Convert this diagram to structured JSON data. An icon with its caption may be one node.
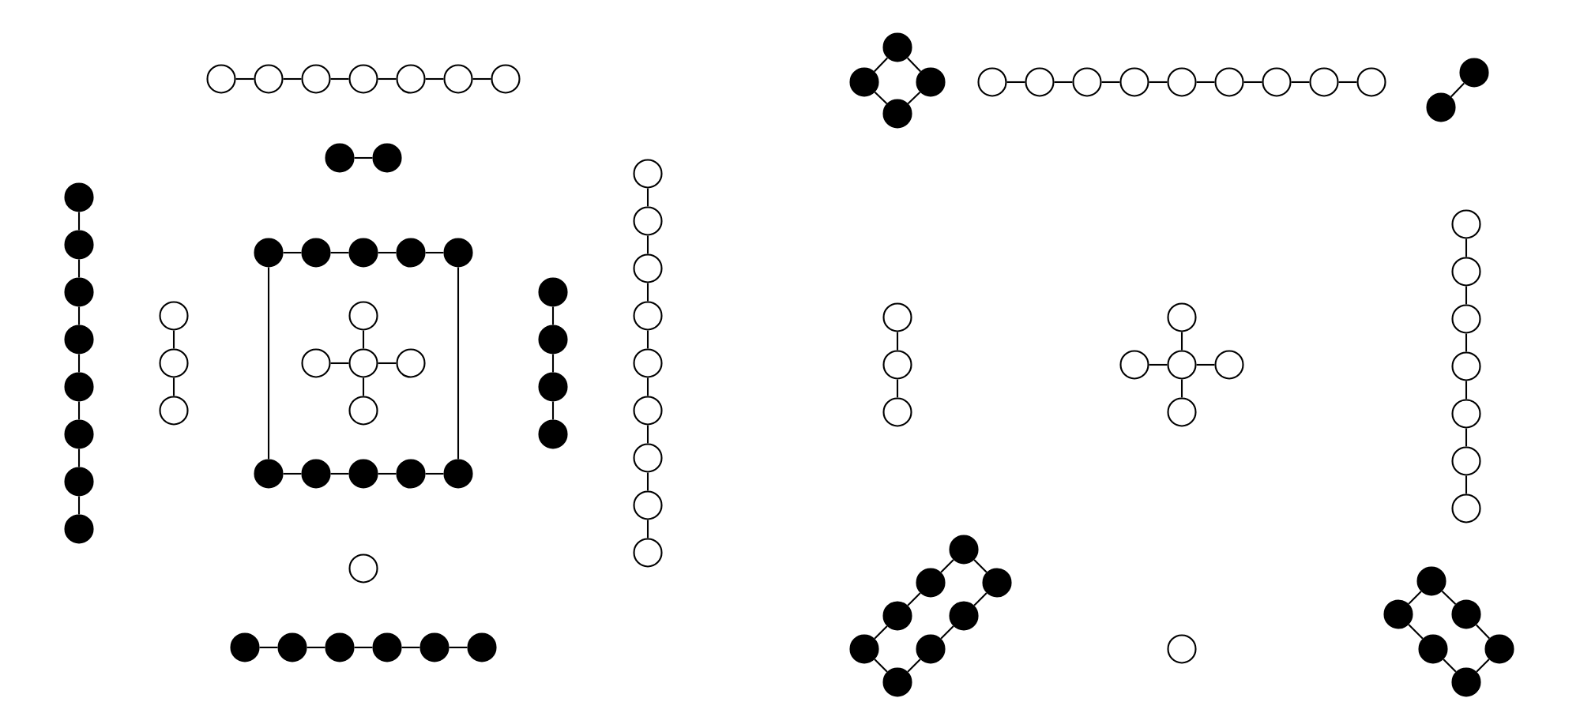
{
  "diagram": {
    "nodes": [
      {
        "text": [],
        "shape": "circle"
      },
      {
        "text": [],
        "shape": "circle"
      },
      {
        "text": [],
        "shape": "circle"
      },
      {
        "text": [],
        "shape": "circle"
      },
      {
        "text": [],
        "shape": "circle"
      },
      {
        "text": [],
        "shape": "circle"
      },
      {
        "text": [],
        "shape": "circle"
      },
      {
        "text": [],
        "shape": "dot"
      },
      {
        "text": [],
        "shape": "dot"
      },
      {
        "text": [],
        "shape": "dot"
      },
      {
        "text": [],
        "shape": "dot"
      },
      {
        "text": [],
        "shape": "dot"
      },
      {
        "text": [],
        "shape": "dot"
      },
      {
        "text": [],
        "shape": "dot"
      },
      {
        "text": [],
        "shape": "dot"
      },
      {
        "text": [],
        "shape": "dot"
      },
      {
        "text": [],
        "shape": "dot"
      },
      {
        "text": [],
        "shape": "circle"
      },
      {
        "text": [],
        "shape": "circle"
      },
      {
        "text": [],
        "shape": "circle"
      },
      {
        "text": [],
        "shape": "dot"
      },
      {
        "text": [],
        "shape": "dot"
      },
      {
        "text": [],
        "shape": "dot"
      },
      {
        "text": [],
        "shape": "dot"
      },
      {
        "text": [],
        "shape": "dot"
      },
      {
        "text": [],
        "shape": "dot"
      },
      {
        "text": [],
        "shape": "dot"
      },
      {
        "text": [],
        "shape": "dot"
      },
      {
        "text": [],
        "shape": "dot"
      },
      {
        "text": [],
        "shape": "dot"
      },
      {
        "text": [],
        "shape": "circle"
      },
      {
        "text": [],
        "shape": "circle"
      },
      {
        "text": [],
        "shape": "circle"
      },
      {
        "text": [],
        "shape": "circle"
      },
      {
        "text": [],
        "shape": "circle"
      },
      {
        "text": [],
        "shape": "dot"
      },
      {
        "text": [],
        "shape": "dot"
      },
      {
        "text": [],
        "shape": "dot"
      },
      {
        "text": [],
        "shape": "dot"
      },
      {
        "text": [],
        "shape": "circle"
      },
      {
        "text": [],
        "shape": "circle"
      },
      {
        "text": [],
        "shape": "circle"
      },
      {
        "text": [],
        "shape": "circle"
      },
      {
        "text": [],
        "shape": "circle"
      },
      {
        "text": [],
        "shape": "circle"
      },
      {
        "text": [],
        "shape": "circle"
      },
      {
        "text": [],
        "shape": "circle"
      },
      {
        "text": [],
        "shape": "circle"
      },
      {
        "text": [],
        "shape": "circle"
      },
      {
        "text": [],
        "shape": "dot"
      },
      {
        "text": [],
        "shape": "dot"
      },
      {
        "text": [],
        "shape": "dot"
      },
      {
        "text": [],
        "shape": "dot"
      },
      {
        "text": [],
        "shape": "dot"
      },
      {
        "text": [],
        "shape": "dot"
      },
      {
        "text": [],
        "shape": "dot"
      },
      {
        "text": [],
        "shape": "dot"
      },
      {
        "text": [],
        "shape": "dot"
      },
      {
        "text": [],
        "shape": "dot"
      },
      {
        "text": [],
        "shape": "circle"
      },
      {
        "text": [],
        "shape": "circle"
      },
      {
        "text": [],
        "shape": "circle"
      },
      {
        "text": [],
        "shape": "circle"
      },
      {
        "text": [],
        "shape": "circle"
      },
      {
        "text": [],
        "shape": "circle"
      },
      {
        "text": [],
        "shape": "circle"
      },
      {
        "text": [],
        "shape": "circle"
      },
      {
        "text": [],
        "shape": "circle"
      },
      {
        "text": [],
        "shape": "dot"
      },
      {
        "text": [],
        "shape": "dot"
      },
      {
        "text": [],
        "shape": "circle"
      },
      {
        "text": [],
        "shape": "circle"
      },
      {
        "text": [],
        "shape": "circle"
      },
      {
        "text": [],
        "shape": "circle"
      },
      {
        "text": [],
        "shape": "circle"
      },
      {
        "text": [],
        "shape": "circle"
      },
      {
        "text": [],
        "shape": "circle"
      },
      {
        "text": [],
        "shape": "circle"
      },
      {
        "text": [],
        "shape": "circle"
      },
      {
        "text": [],
        "shape": "circle"
      },
      {
        "text": [],
        "shape": "circle"
      },
      {
        "text": [],
        "shape": "circle"
      },
      {
        "text": [],
        "shape": "circle"
      },
      {
        "text": [],
        "shape": "circle"
      },
      {
        "text": [],
        "shape": "circle"
      },
      {
        "text": [],
        "shape": "dot"
      },
      {
        "text": [],
        "shape": "dot"
      },
      {
        "text": [],
        "shape": "dot"
      },
      {
        "text": [],
        "shape": "dot"
      },
      {
        "text": [],
        "shape": "dot"
      },
      {
        "text": [],
        "shape": "dot"
      },
      {
        "text": [],
        "shape": "dot"
      },
      {
        "text": [],
        "shape": "dot"
      },
      {
        "text": [],
        "shape": "circle"
      },
      {
        "text": [],
        "shape": "dot"
      },
      {
        "text": [],
        "shape": "dot"
      },
      {
        "text": [],
        "shape": "dot"
      },
      {
        "text": [],
        "shape": "dot"
      },
      {
        "text": [],
        "shape": "dot"
      },
      {
        "text": [],
        "shape": "dot"
      }
    ],
    "edges": [
      {
        "from": 0,
        "to": 1,
        "arrow": "none"
      },
      {
        "from": 1,
        "to": 2,
        "arrow": "none"
      },
      {
        "from": 2,
        "to": 3,
        "arrow": "none"
      },
      {
        "from": 3,
        "to": 4,
        "arrow": "none"
      },
      {
        "from": 4,
        "to": 5,
        "arrow": "none"
      },
      {
        "from": 5,
        "to": 6,
        "arrow": "none"
      },
      {
        "from": 7,
        "to": 8,
        "arrow": "none"
      },
      {
        "from": 9,
        "to": 10,
        "arrow": "none"
      },
      {
        "from": 10,
        "to": 11,
        "arrow": "none"
      },
      {
        "from": 11,
        "to": 12,
        "arrow": "none"
      },
      {
        "from": 12,
        "to": 13,
        "arrow": "none"
      },
      {
        "from": 13,
        "to": 14,
        "arrow": "none"
      },
      {
        "from": 14,
        "to": 15,
        "arrow": "none"
      },
      {
        "from": 15,
        "to": 16,
        "arrow": "none"
      },
      {
        "from": 17,
        "to": 18,
        "arrow": "none"
      },
      {
        "from": 18,
        "to": 19,
        "arrow": "none"
      },
      {
        "from": 20,
        "to": 21,
        "arrow": "none"
      },
      {
        "from": 21,
        "to": 22,
        "arrow": "none"
      },
      {
        "from": 22,
        "to": 23,
        "arrow": "none"
      },
      {
        "from": 23,
        "to": 24,
        "arrow": "none"
      },
      {
        "from": 20,
        "to": 25,
        "arrow": "none"
      },
      {
        "from": 24,
        "to": 29,
        "arrow": "none"
      },
      {
        "from": 25,
        "to": 26,
        "arrow": "none"
      },
      {
        "from": 26,
        "to": 27,
        "arrow": "none"
      },
      {
        "from": 27,
        "to": 28,
        "arrow": "none"
      },
      {
        "from": 28,
        "to": 29,
        "arrow": "none"
      },
      {
        "from": 30,
        "to": 32,
        "arrow": "none"
      },
      {
        "from": 31,
        "to": 32,
        "arrow": "none"
      },
      {
        "from": 32,
        "to": 33,
        "arrow": "none"
      },
      {
        "from": 32,
        "to": 34,
        "arrow": "none"
      },
      {
        "from": 35,
        "to": 36,
        "arrow": "none"
      },
      {
        "from": 36,
        "to": 37,
        "arrow": "none"
      },
      {
        "from": 37,
        "to": 38,
        "arrow": "none"
      },
      {
        "from": 39,
        "to": 40,
        "arrow": "none"
      },
      {
        "from": 40,
        "to": 41,
        "arrow": "none"
      },
      {
        "from": 41,
        "to": 42,
        "arrow": "none"
      },
      {
        "from": 42,
        "to": 43,
        "arrow": "none"
      },
      {
        "from": 43,
        "to": 44,
        "arrow": "none"
      },
      {
        "from": 44,
        "to": 45,
        "arrow": "none"
      },
      {
        "from": 45,
        "to": 46,
        "arrow": "none"
      },
      {
        "from": 46,
        "to": 47,
        "arrow": "none"
      },
      {
        "from": 49,
        "to": 50,
        "arrow": "none"
      },
      {
        "from": 50,
        "to": 51,
        "arrow": "none"
      },
      {
        "from": 51,
        "to": 52,
        "arrow": "none"
      },
      {
        "from": 52,
        "to": 53,
        "arrow": "none"
      },
      {
        "from": 53,
        "to": 54,
        "arrow": "none"
      },
      {
        "from": 55,
        "to": 56,
        "arrow": "none"
      },
      {
        "from": 55,
        "to": 57,
        "arrow": "none"
      },
      {
        "from": 56,
        "to": 58,
        "arrow": "none"
      },
      {
        "from": 57,
        "to": 58,
        "arrow": "none"
      },
      {
        "from": 59,
        "to": 60,
        "arrow": "none"
      },
      {
        "from": 60,
        "to": 61,
        "arrow": "none"
      },
      {
        "from": 61,
        "to": 62,
        "arrow": "none"
      },
      {
        "from": 62,
        "to": 63,
        "arrow": "none"
      },
      {
        "from": 63,
        "to": 64,
        "arrow": "none"
      },
      {
        "from": 64,
        "to": 65,
        "arrow": "none"
      },
      {
        "from": 65,
        "to": 66,
        "arrow": "none"
      },
      {
        "from": 66,
        "to": 67,
        "arrow": "none"
      },
      {
        "from": 68,
        "to": 69,
        "arrow": "none"
      },
      {
        "from": 70,
        "to": 71,
        "arrow": "none"
      },
      {
        "from": 71,
        "to": 72,
        "arrow": "none"
      },
      {
        "from": 73,
        "to": 75,
        "arrow": "none"
      },
      {
        "from": 74,
        "to": 75,
        "arrow": "none"
      },
      {
        "from": 75,
        "to": 76,
        "arrow": "none"
      },
      {
        "from": 75,
        "to": 77,
        "arrow": "none"
      },
      {
        "from": 78,
        "to": 79,
        "arrow": "none"
      },
      {
        "from": 79,
        "to": 80,
        "arrow": "none"
      },
      {
        "from": 80,
        "to": 81,
        "arrow": "none"
      },
      {
        "from": 81,
        "to": 82,
        "arrow": "none"
      },
      {
        "from": 82,
        "to": 83,
        "arrow": "none"
      },
      {
        "from": 83,
        "to": 84,
        "arrow": "none"
      },
      {
        "from": 85,
        "to": 86,
        "arrow": "none"
      },
      {
        "from": 85,
        "to": 87,
        "arrow": "none"
      },
      {
        "from": 86,
        "to": 88,
        "arrow": "none"
      },
      {
        "from": 88,
        "to": 90,
        "arrow": "none"
      },
      {
        "from": 87,
        "to": 89,
        "arrow": "none"
      },
      {
        "from": 89,
        "to": 91,
        "arrow": "none"
      },
      {
        "from": 90,
        "to": 92,
        "arrow": "none"
      },
      {
        "from": 91,
        "to": 92,
        "arrow": "none"
      },
      {
        "from": 94,
        "to": 95,
        "arrow": "none"
      },
      {
        "from": 94,
        "to": 96,
        "arrow": "none"
      },
      {
        "from": 95,
        "to": 97,
        "arrow": "none"
      },
      {
        "from": 96,
        "to": 98,
        "arrow": "none"
      },
      {
        "from": 97,
        "to": 99,
        "arrow": "none"
      },
      {
        "from": 98,
        "to": 99,
        "arrow": "none"
      }
    ]
  }
}
